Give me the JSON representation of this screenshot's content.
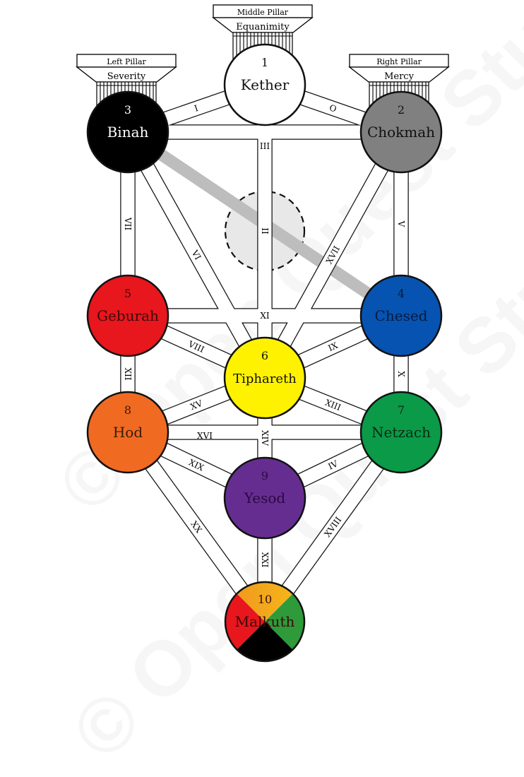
{
  "watermark": "© Open Quest Studio",
  "pillars": [
    {
      "id": "middle",
      "title": "Middle Pillar",
      "quality": "Equanimity"
    },
    {
      "id": "left",
      "title": "Left Pillar",
      "quality": "Severity"
    },
    {
      "id": "right",
      "title": "Right Pillar",
      "quality": "Mercy"
    }
  ],
  "sephiroth": [
    {
      "id": "kether",
      "number": "1",
      "name": "Kether",
      "color": "#ffffff",
      "text_color": "#111111"
    },
    {
      "id": "chokmah",
      "number": "2",
      "name": "Chokmah",
      "color": "#808080",
      "text_color": "#111111"
    },
    {
      "id": "binah",
      "number": "3",
      "name": "Binah",
      "color": "#000000",
      "text_color": "#ffffff"
    },
    {
      "id": "chesed",
      "number": "4",
      "name": "Chesed",
      "color": "#0653b2",
      "text_color": "#0a1a3a"
    },
    {
      "id": "geburah",
      "number": "5",
      "name": "Geburah",
      "color": "#e8161d",
      "text_color": "#3a0a0a"
    },
    {
      "id": "tiphareth",
      "number": "6",
      "name": "Tiphareth",
      "color": "#fff200",
      "text_color": "#111111"
    },
    {
      "id": "netzach",
      "number": "7",
      "name": "Netzach",
      "color": "#0a9a48",
      "text_color": "#0a2a15"
    },
    {
      "id": "hod",
      "number": "8",
      "name": "Hod",
      "color": "#f06a22",
      "text_color": "#3a1a05"
    },
    {
      "id": "yesod",
      "number": "9",
      "name": "Yesod",
      "color": "#662d91",
      "text_color": "#2a0a40"
    },
    {
      "id": "malkuth",
      "number": "10",
      "name": "Malkuth",
      "colors": {
        "top": "#f5c518",
        "top_left": "#f08a20",
        "left": "#e8161d",
        "bottom": "#000000",
        "right": "#2e9a3a"
      },
      "text_color": "#3a0a0a"
    }
  ],
  "daath": {
    "fill": "#e8e8e8"
  },
  "abyss_bar": {
    "from": "binah",
    "to": "chesed",
    "color": "#bdbdbd"
  },
  "paths": [
    {
      "label": "O",
      "from": "kether",
      "to": "chokmah"
    },
    {
      "label": "I",
      "from": "kether",
      "to": "binah"
    },
    {
      "label": "II",
      "from": "kether",
      "to": "tiphareth"
    },
    {
      "label": "III",
      "from": "binah",
      "to": "chokmah"
    },
    {
      "label": "IV",
      "from": "yesod",
      "to": "netzach"
    },
    {
      "label": "V",
      "from": "chokmah",
      "to": "chesed"
    },
    {
      "label": "VI",
      "from": "binah",
      "to": "tiphareth"
    },
    {
      "label": "VII",
      "from": "binah",
      "to": "geburah"
    },
    {
      "label": "VIII",
      "from": "geburah",
      "to": "tiphareth"
    },
    {
      "label": "IX",
      "from": "tiphareth",
      "to": "chesed"
    },
    {
      "label": "X",
      "from": "chesed",
      "to": "netzach"
    },
    {
      "label": "XI",
      "from": "geburah",
      "to": "chesed"
    },
    {
      "label": "XII",
      "from": "geburah",
      "to": "hod"
    },
    {
      "label": "XIII",
      "from": "tiphareth",
      "to": "netzach"
    },
    {
      "label": "XIV",
      "from": "tiphareth",
      "to": "yesod"
    },
    {
      "label": "XV",
      "from": "hod",
      "to": "tiphareth"
    },
    {
      "label": "XVI",
      "from": "hod",
      "to": "netzach"
    },
    {
      "label": "XVII",
      "from": "tiphareth",
      "to": "chokmah"
    },
    {
      "label": "XVIII",
      "from": "malkuth",
      "to": "netzach"
    },
    {
      "label": "XIX",
      "from": "hod",
      "to": "yesod"
    },
    {
      "label": "XX",
      "from": "hod",
      "to": "malkuth"
    },
    {
      "label": "XXI",
      "from": "yesod",
      "to": "malkuth"
    }
  ]
}
